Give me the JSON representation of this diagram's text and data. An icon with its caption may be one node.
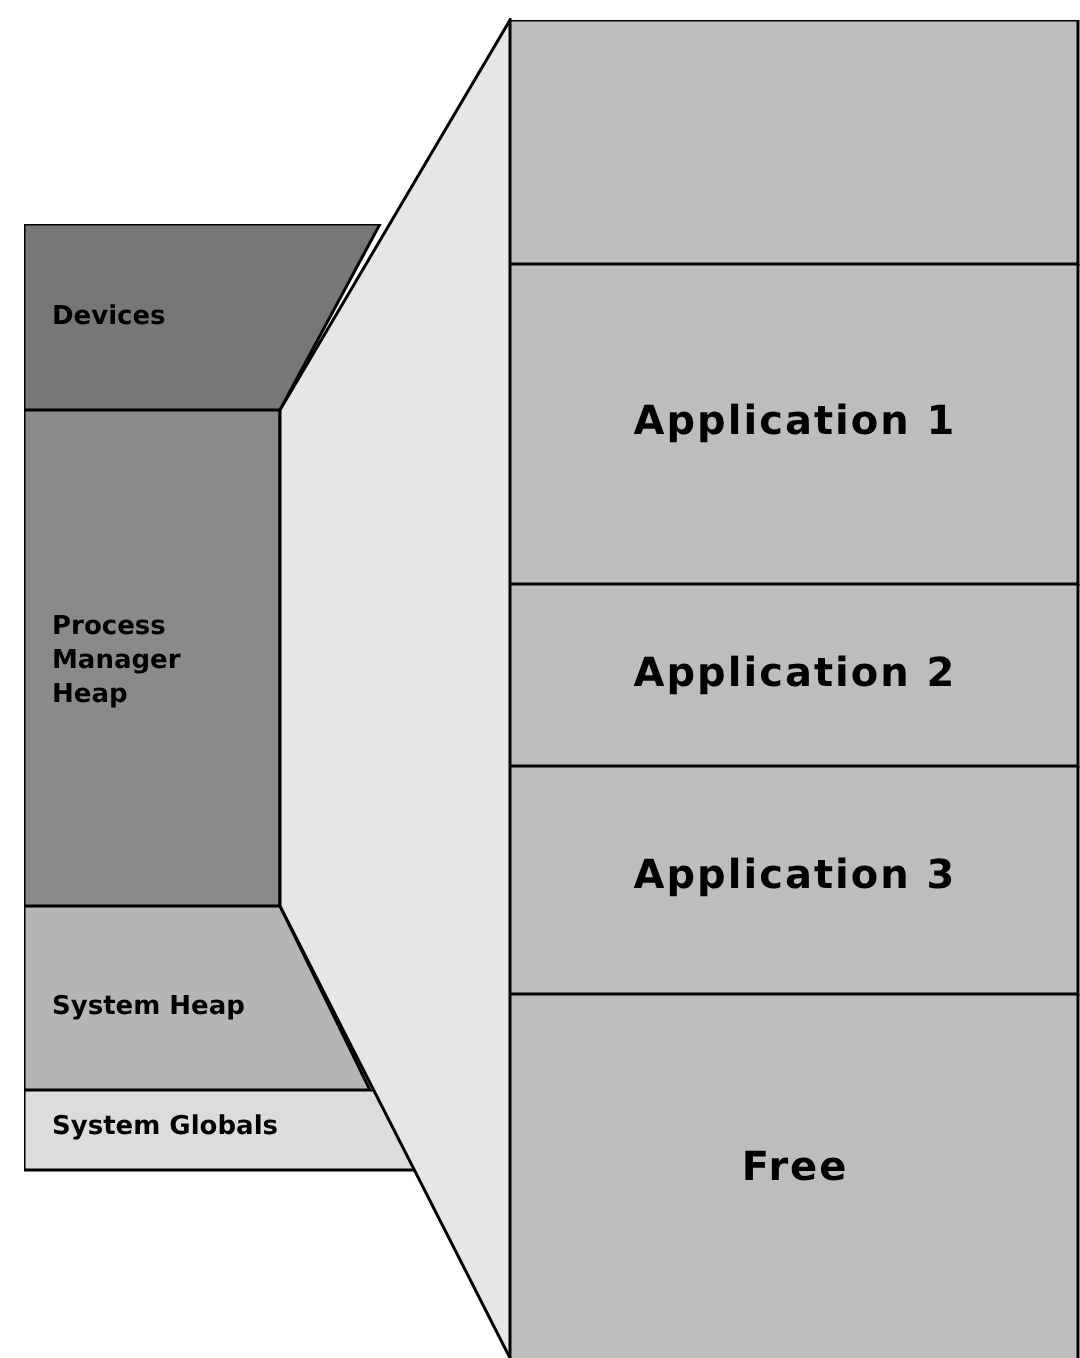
{
  "diagram": {
    "nodes": [
      {
        "text": [
          "Devices"
        ]
      },
      {
        "text": [
          "Process Manager Heap"
        ]
      },
      {
        "text": [
          "System Heap"
        ]
      },
      {
        "text": [
          "System Globals"
        ]
      },
      {
        "text": [],
        "shape": "trapezoid"
      },
      {
        "text": [],
        "shape": "box"
      },
      {
        "text": [
          "Application 1"
        ]
      },
      {
        "text": [
          "Application 2"
        ]
      },
      {
        "text": [
          "Application 3"
        ]
      },
      {
        "text": [
          "Free"
        ]
      }
    ]
  }
}
